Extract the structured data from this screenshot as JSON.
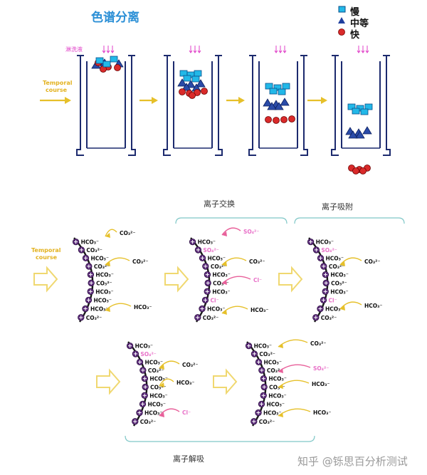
{
  "top": {
    "title": "色谱分离",
    "legend": [
      {
        "label": "慢",
        "shape": "square",
        "color": "#22b8e8"
      },
      {
        "label": "中等",
        "shape": "triangle",
        "color": "#1f3f9e"
      },
      {
        "label": "快",
        "shape": "circle",
        "color": "#d92a2a"
      }
    ],
    "eluent_label": "淋洗液",
    "temporal_label_line1": "Temporal",
    "temporal_label_line2": "course"
  },
  "bottom": {
    "temporal_label_line1": "Temporal",
    "temporal_label_line2": "course",
    "stage_labels": {
      "exchange": "离子交换",
      "adsorption": "离子吸附",
      "desorption": "离子解吸"
    },
    "panels": [
      {
        "surface": [
          "HCO₃⁻",
          "CO₃²⁻",
          "HCO₃⁻",
          "CO₃²⁻",
          "HCO₃⁻",
          "CO₃²⁻",
          "HCO₃⁻",
          "HCO₃⁻",
          "HCO₃⁻",
          "CO₃²⁻"
        ],
        "free": [
          "CO₃²⁻",
          "CO₃²⁻",
          "HCO₃⁻"
        ],
        "highlight": []
      },
      {
        "surface": [
          "HCO₃⁻",
          "SO₄²⁻",
          "HCO₃⁻",
          "CO₃²⁻",
          "HCO₃⁻",
          "CO₃²⁻",
          "HCO₃⁻",
          "Cl⁻",
          "HCO₃⁻",
          "CO₃²⁻"
        ],
        "free": [
          "SO₄²⁻",
          "CO₃²⁻",
          "Cl⁻",
          "HCO₃⁻"
        ],
        "highlight": [
          1,
          7
        ]
      },
      {
        "surface": [
          "HCO₃⁻",
          "SO₄²⁻",
          "HCO₃⁻",
          "CO₃²⁻",
          "HCO₃⁻",
          "CO₃²⁻",
          "HCO₃⁻",
          "Cl⁻",
          "HCO₃⁻",
          "CO₃²⁻"
        ],
        "free": [
          "CO₃²⁻",
          "HCO₃⁻"
        ],
        "highlight": [
          1,
          7
        ]
      },
      {
        "surface": [
          "HCO₃⁻",
          "SO₄²⁻",
          "HCO₃⁻",
          "CO₃²⁻",
          "HCO₃⁻",
          "CO₃²⁻",
          "HCO₃⁻",
          "HCO₃⁻",
          "HCO₃⁻",
          "CO₃²⁻"
        ],
        "free": [
          "CO₃²⁻",
          "HCO₃⁻",
          "Cl⁻"
        ],
        "highlight": [
          1
        ]
      },
      {
        "surface": [
          "HCO₃⁻",
          "CO₃²⁻",
          "HCO₃⁻",
          "CO₃²⁻",
          "HCO₃⁻",
          "CO₃²⁻",
          "HCO₃⁻",
          "HCO₃⁻",
          "HCO₃⁻",
          "CO₃²⁻"
        ],
        "free": [
          "CO₃²⁻",
          "SO₄²⁻",
          "HCO₃⁻",
          "HCO₃⁻"
        ],
        "highlight": []
      }
    ]
  },
  "watermark": "知乎 @铄思百分析测试",
  "colors": {
    "column_outline": "#1c2a6e",
    "arrow_yellow": "#e6c02a",
    "arrow_outline": "#f0d870",
    "bracket": "#7fc7c7",
    "resin": "#5a2a78",
    "highlight_ion": "#e870c8",
    "pink_arrow": "#e8609a"
  }
}
